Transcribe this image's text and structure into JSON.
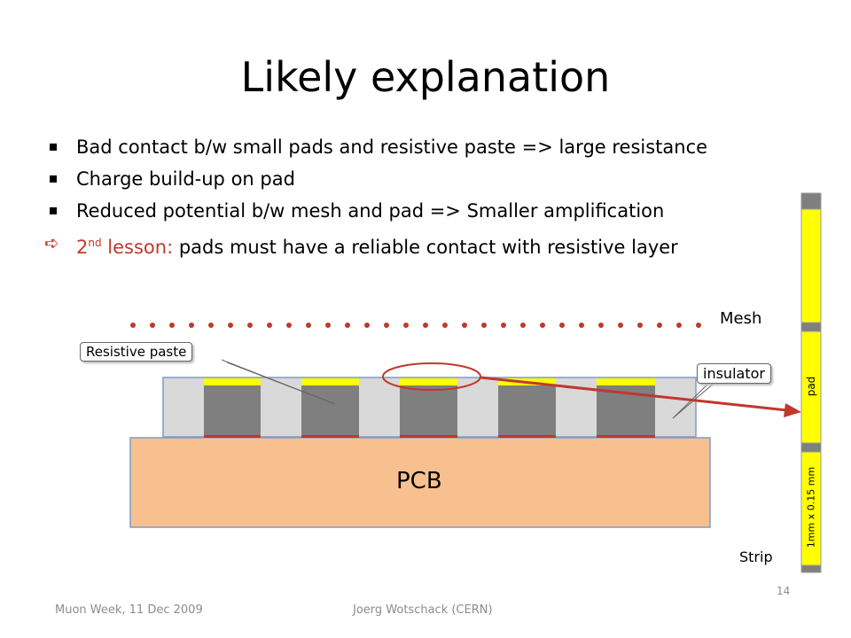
{
  "title": "Likely explanation",
  "bullets": [
    "Bad contact b/w small pads and resistive paste => large resistance",
    "Charge build-up on pad",
    "Reduced potential b/w mesh and pad => Smaller amplification"
  ],
  "lesson": {
    "num": "2",
    "sup": "nd",
    "prefix": " lesson:",
    "text": " pads must have a reliable contact with resistive layer"
  },
  "diagram": {
    "mesh_label": "Mesh",
    "resistive_paste_label": "Resistive paste",
    "insulator_label": "insulator",
    "pcb_label": "PCB",
    "pad_label": "pad",
    "strip_dim_label": "1mm x 0.15 mm",
    "strip_label": "Strip"
  },
  "footer": {
    "left": "Muon Week, 11 Dec 2009",
    "center": "Joerg Wotschack (CERN)",
    "page": "14"
  },
  "colors": {
    "red": "#c0392b",
    "pcb": "#f9c08f",
    "pad_yellow": "#ffff00",
    "paste_gray": "#7f7f7f",
    "insulator_gray": "#d9d9d9"
  }
}
